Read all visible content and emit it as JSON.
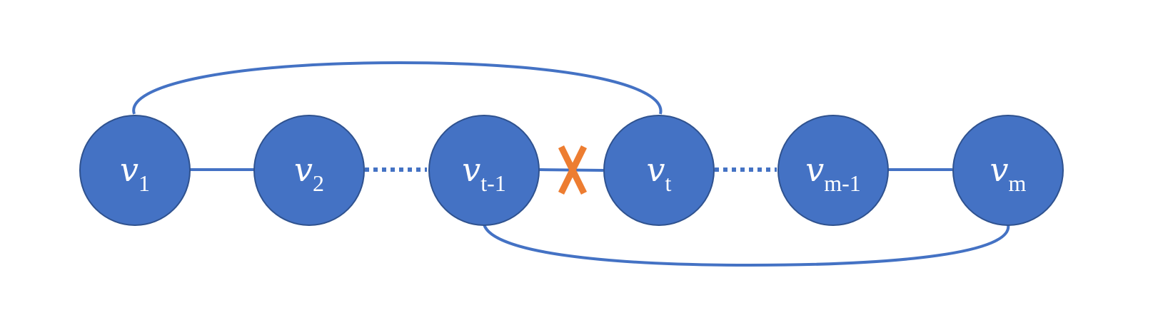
{
  "diagram": {
    "nodes": [
      {
        "id": "v1",
        "base": "v",
        "sub": "1"
      },
      {
        "id": "v2",
        "base": "v",
        "sub": "2"
      },
      {
        "id": "vt-1",
        "base": "v",
        "sub": "t-1"
      },
      {
        "id": "vt",
        "base": "v",
        "sub": "t"
      },
      {
        "id": "vm-1",
        "base": "v",
        "sub": "m-1"
      },
      {
        "id": "vm",
        "base": "v",
        "sub": "m"
      }
    ],
    "edges": [
      {
        "from": "v1",
        "to": "v2",
        "style": "solid"
      },
      {
        "from": "v2",
        "to": "vt-1",
        "style": "dotted"
      },
      {
        "from": "vt-1",
        "to": "vt",
        "style": "solid",
        "removed": true
      },
      {
        "from": "vt",
        "to": "vm-1",
        "style": "dotted"
      },
      {
        "from": "vm-1",
        "to": "vm",
        "style": "solid"
      },
      {
        "from": "v1",
        "to": "vt",
        "style": "arc-top"
      },
      {
        "from": "vt-1",
        "to": "vm",
        "style": "arc-bottom"
      }
    ],
    "colors": {
      "node": "#4472c4",
      "node_border": "#2f528f",
      "edge": "#4472c4",
      "removed_mark": "#ed7d31",
      "label": "#ffffff"
    }
  }
}
